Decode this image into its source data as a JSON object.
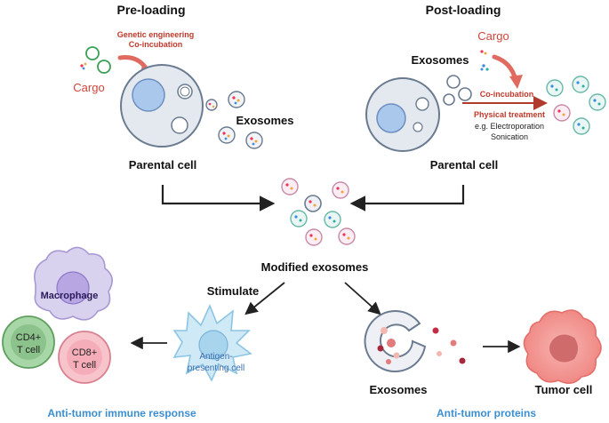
{
  "preloading": {
    "title": "Pre-loading",
    "method_line1": "Genetic engineering",
    "method_line2": "Co-incubation",
    "cargo_label": "Cargo",
    "exosomes_label": "Exosomes",
    "parental_label": "Parental cell"
  },
  "postloading": {
    "title": "Post-loading",
    "cargo_label": "Cargo",
    "exosomes_label": "Exosomes",
    "coincubation_label": "Co-incubation",
    "physical_label": "Physical treatment",
    "example_line1": "e.g. Electroporation",
    "example_line2": "Sonication",
    "parental_label": "Parental cell"
  },
  "center": {
    "modified_label": "Modified exosomes",
    "stimulate_label": "Stimulate"
  },
  "immune": {
    "macrophage_label": "Macrophage",
    "cd4_line1": "CD4+",
    "cd4_line2": "T cell",
    "cd8_line1": "CD8+",
    "cd8_line2": "T cell",
    "apc_line1": "Antigen-",
    "apc_line2": "presenting cell",
    "response_label": "Anti-tumor immune response"
  },
  "proteins": {
    "exosomes_label": "Exosomes",
    "tumor_label": "Tumor cell",
    "proteins_label": "Anti-tumor proteins"
  },
  "colors": {
    "red_accent": "#c0392b",
    "blue_accent": "#3b8fd0",
    "cell_fill": "#e4e8ef",
    "nucleus_fill": "#a9c8ec"
  }
}
